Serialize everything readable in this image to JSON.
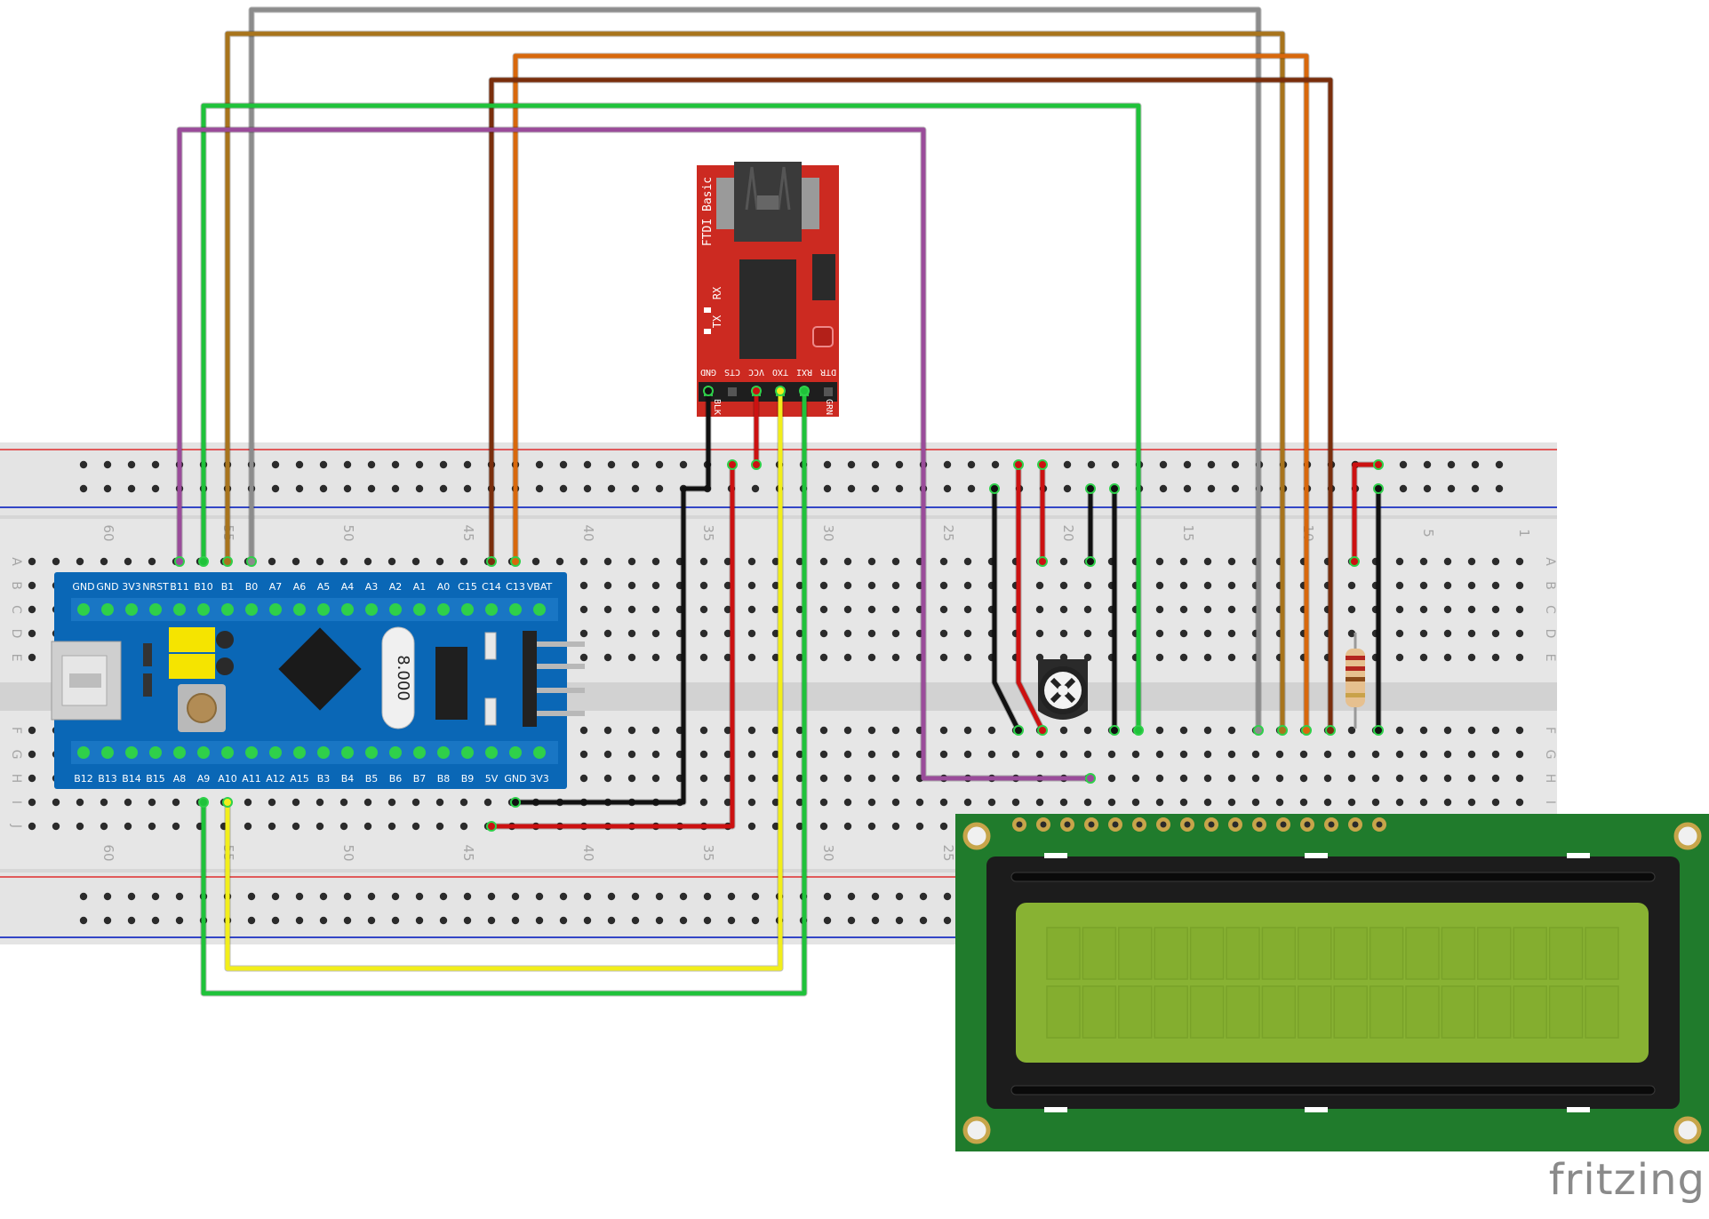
{
  "brand": "fritzing",
  "colors": {
    "breadboard": "#e6e6e6",
    "rail_red": "#d44",
    "rail_blue": "#3346c6",
    "bluepill": "#0a67b6",
    "ftdi": "#cc2a21",
    "lcd_pcb": "#207b2c",
    "lcd_screen": "#88b233"
  },
  "breadboard": {
    "rows_top": [
      "A",
      "B",
      "C",
      "D",
      "E"
    ],
    "rows_bottom": [
      "F",
      "G",
      "H",
      "I",
      "J"
    ],
    "column_numbers": [
      "60",
      "55",
      "50",
      "45",
      "40",
      "35",
      "30",
      "25",
      "20",
      "15",
      "10",
      "5",
      "1"
    ]
  },
  "bluepill": {
    "top_pins": [
      "GND",
      "GND",
      "3V3",
      "NRST",
      "B11",
      "B10",
      "B1",
      "B0",
      "A7",
      "A6",
      "A5",
      "A4",
      "A3",
      "A2",
      "A1",
      "A0",
      "C15",
      "C14",
      "C13",
      "VBAT"
    ],
    "bottom_pins": [
      "B12",
      "B13",
      "B14",
      "B15",
      "A8",
      "A9",
      "A10",
      "A11",
      "A12",
      "A15",
      "B3",
      "B4",
      "B5",
      "B6",
      "B7",
      "B8",
      "B9",
      "5V",
      "GND",
      "3V3"
    ],
    "crystal_label": "8.000"
  },
  "ftdi": {
    "title": "FTDI Basic",
    "led_labels": [
      "TX",
      "RX"
    ],
    "pin_labels": [
      "GND",
      "CTS",
      "VCC",
      "TXO",
      "RXI",
      "DTR"
    ],
    "bottom_labels": [
      "BLK",
      "GRN"
    ]
  },
  "wire_colors": {
    "gray": "#8c8c8c",
    "tan": "#a8741c",
    "orange": "#d8680c",
    "brown": "#7a2e0c",
    "green": "#1fc23a",
    "purple": "#9a4c9a",
    "black": "#111111",
    "red": "#cc1111",
    "yellow": "#f2ee1a"
  }
}
